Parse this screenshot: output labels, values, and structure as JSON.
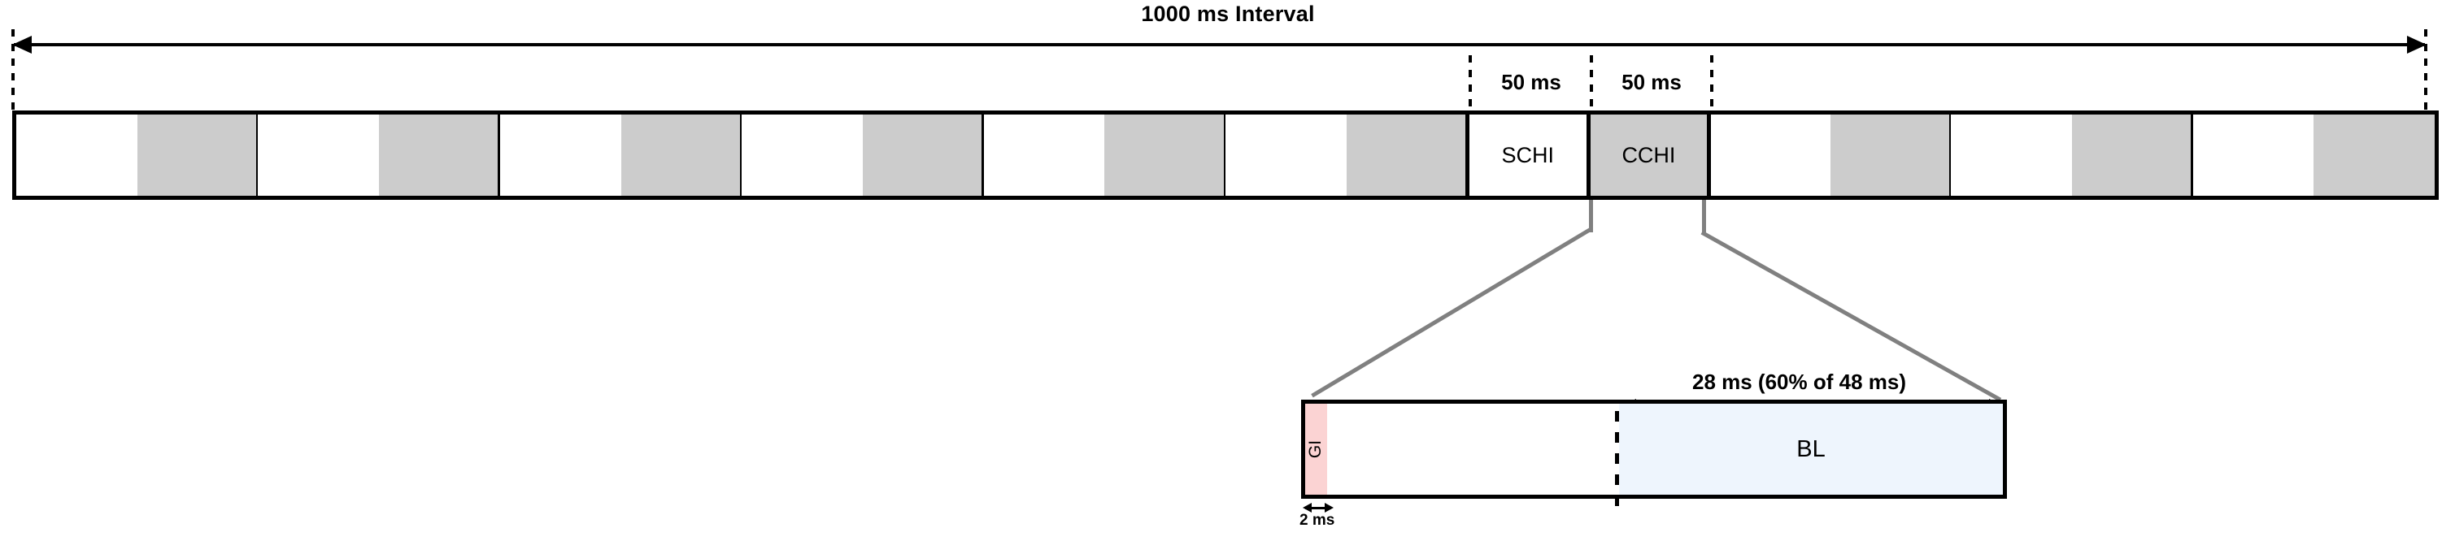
{
  "diagram": {
    "title": "1000 ms Interval",
    "timeline": {
      "total_label": "1000 ms Interval",
      "total_duration_ms": 1000,
      "slot_duration_ms": 50,
      "slots": [
        {
          "index": 0,
          "fill": "white",
          "label": ""
        },
        {
          "index": 1,
          "fill": "gray",
          "label": ""
        },
        {
          "index": 2,
          "fill": "white",
          "label": ""
        },
        {
          "index": 3,
          "fill": "gray",
          "label": ""
        },
        {
          "index": 4,
          "fill": "white",
          "label": ""
        },
        {
          "index": 5,
          "fill": "gray",
          "label": ""
        },
        {
          "index": 6,
          "fill": "white",
          "label": ""
        },
        {
          "index": 7,
          "fill": "gray",
          "label": ""
        },
        {
          "index": 8,
          "fill": "white",
          "label": ""
        },
        {
          "index": 9,
          "fill": "gray",
          "label": ""
        },
        {
          "index": 10,
          "fill": "white",
          "label": ""
        },
        {
          "index": 11,
          "fill": "gray",
          "label": ""
        },
        {
          "index": 12,
          "fill": "white",
          "label": "SCHI"
        },
        {
          "index": 13,
          "fill": "gray",
          "label": "CCHI"
        },
        {
          "index": 14,
          "fill": "white",
          "label": ""
        },
        {
          "index": 15,
          "fill": "gray",
          "label": ""
        },
        {
          "index": 16,
          "fill": "white",
          "label": ""
        },
        {
          "index": 17,
          "fill": "gray",
          "label": ""
        },
        {
          "index": 18,
          "fill": "white",
          "label": ""
        },
        {
          "index": 19,
          "fill": "gray",
          "label": ""
        }
      ]
    },
    "annotations": {
      "schi_duration": "50 ms",
      "cchi_duration": "50 ms"
    },
    "detail": {
      "gi_label": "GI",
      "gi_duration": "2 ms",
      "bl_label": "BL",
      "bl_duration": "28 ms (60% of 48 ms)"
    },
    "colors": {
      "slot_gray": "#cccccc",
      "gi_pink": "#fbd3d3",
      "bl_blue": "#eef5fd",
      "stroke": "#000000",
      "callout": "#808080"
    }
  }
}
